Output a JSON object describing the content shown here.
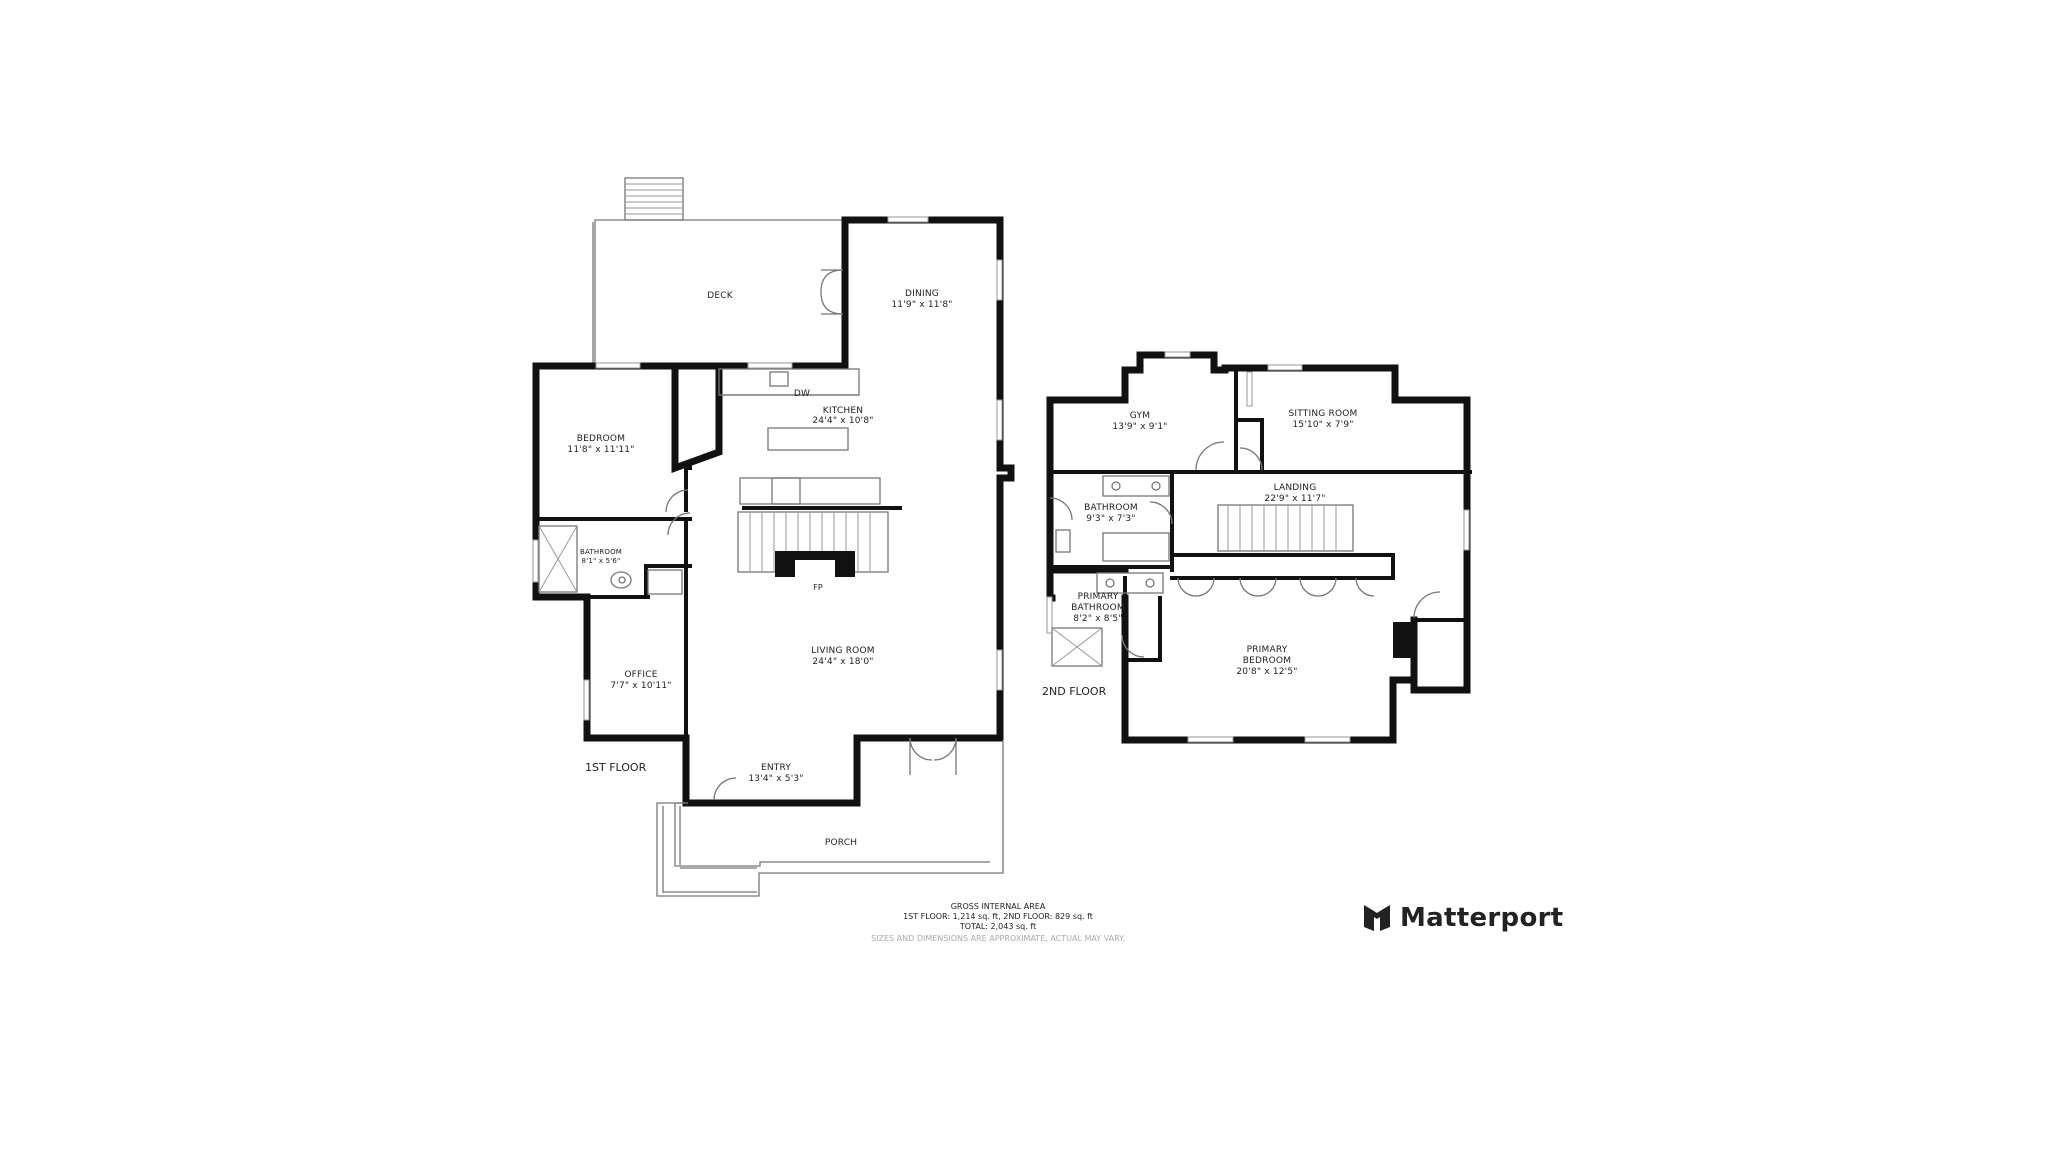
{
  "floors": {
    "first": {
      "label": "1ST FLOOR",
      "rooms": {
        "deck": {
          "name": "DECK",
          "dims": ""
        },
        "dining": {
          "name": "DINING",
          "dims": "11'9\" x 11'8\""
        },
        "kitchen": {
          "name": "KITCHEN",
          "dims": "24'4\" x 10'8\""
        },
        "bedroom": {
          "name": "BEDROOM",
          "dims": "11'8\" x 11'11\""
        },
        "bathroom": {
          "name": "BATHROOM",
          "dims": "8'1\" x 5'6\""
        },
        "living": {
          "name": "LIVING ROOM",
          "dims": "24'4\" x 18'0\""
        },
        "office": {
          "name": "OFFICE",
          "dims": "7'7\" x 10'11\""
        },
        "entry": {
          "name": "ENTRY",
          "dims": "13'4\" x 5'3\""
        },
        "porch": {
          "name": "PORCH",
          "dims": ""
        }
      },
      "fixtures": {
        "dw": "DW",
        "fp": "FP"
      }
    },
    "second": {
      "label": "2ND FLOOR",
      "rooms": {
        "gym": {
          "name": "GYM",
          "dims": "13'9\" x 9'1\""
        },
        "sitting": {
          "name": "SITTING ROOM",
          "dims": "15'10\" x 7'9\""
        },
        "landing": {
          "name": "LANDING",
          "dims": "22'9\" x 11'7\""
        },
        "bathroom": {
          "name": "BATHROOM",
          "dims": "9'3\" x 7'3\""
        },
        "primary_bath": {
          "name_line1": "PRIMARY",
          "name_line2": "BATHROOM",
          "dims": "8'2\" x 8'5\""
        },
        "primary_bed": {
          "name_line1": "PRIMARY",
          "name_line2": "BEDROOM",
          "dims": "20'8\" x 12'5\""
        }
      }
    }
  },
  "area_summary": {
    "title": "GROSS INTERNAL AREA",
    "line1": "1ST FLOOR: 1,214 sq. ft, 2ND FLOOR: 829 sq. ft",
    "line2": "TOTAL: 2,043 sq. ft",
    "disclaimer": "SIZES AND DIMENSIONS ARE APPROXIMATE, ACTUAL MAY VARY."
  },
  "brand": {
    "name": "Matterport",
    "icon": "matterport-logo-icon",
    "color": "#222222"
  }
}
